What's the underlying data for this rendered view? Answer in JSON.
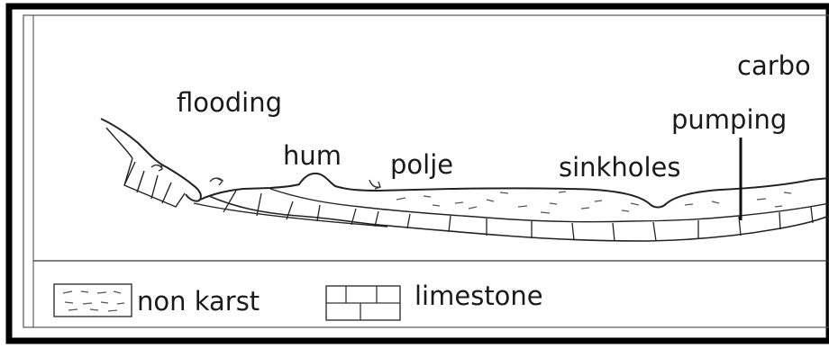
{
  "diagram": {
    "labels": {
      "flooding": "flooding",
      "hum": "hum",
      "polje": "polje",
      "sinkholes": "sinkholes",
      "pumping": "pumping",
      "carbo": "carbo"
    },
    "legend": {
      "non_karst": "non karst",
      "limestone": "limestone"
    }
  },
  "colors": {
    "frame": "#000000",
    "ink": "#1a1a1a",
    "background": "#ffffff"
  }
}
